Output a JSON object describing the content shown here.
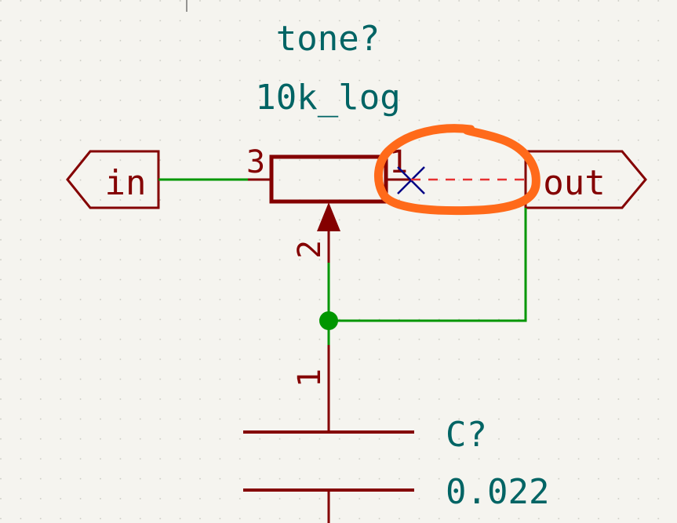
{
  "potentiometer": {
    "reference": "tone?",
    "value": "10k_log",
    "pin_left": "3",
    "pin_right": "1",
    "pin_wiper": "2"
  },
  "capacitor": {
    "reference": "C?",
    "value": "0.022",
    "pin_top": "1"
  },
  "labels": {
    "input": "in",
    "output": "out"
  },
  "colors": {
    "background": "#f5f4ef",
    "component": "#840000",
    "wire": "#009600",
    "junction": "#009600",
    "text": "#006464",
    "no_connect": "#000084",
    "ratsnest": "#e63232",
    "annotation": "#ff6a1a",
    "grid_dot": "#c8c8c0"
  }
}
